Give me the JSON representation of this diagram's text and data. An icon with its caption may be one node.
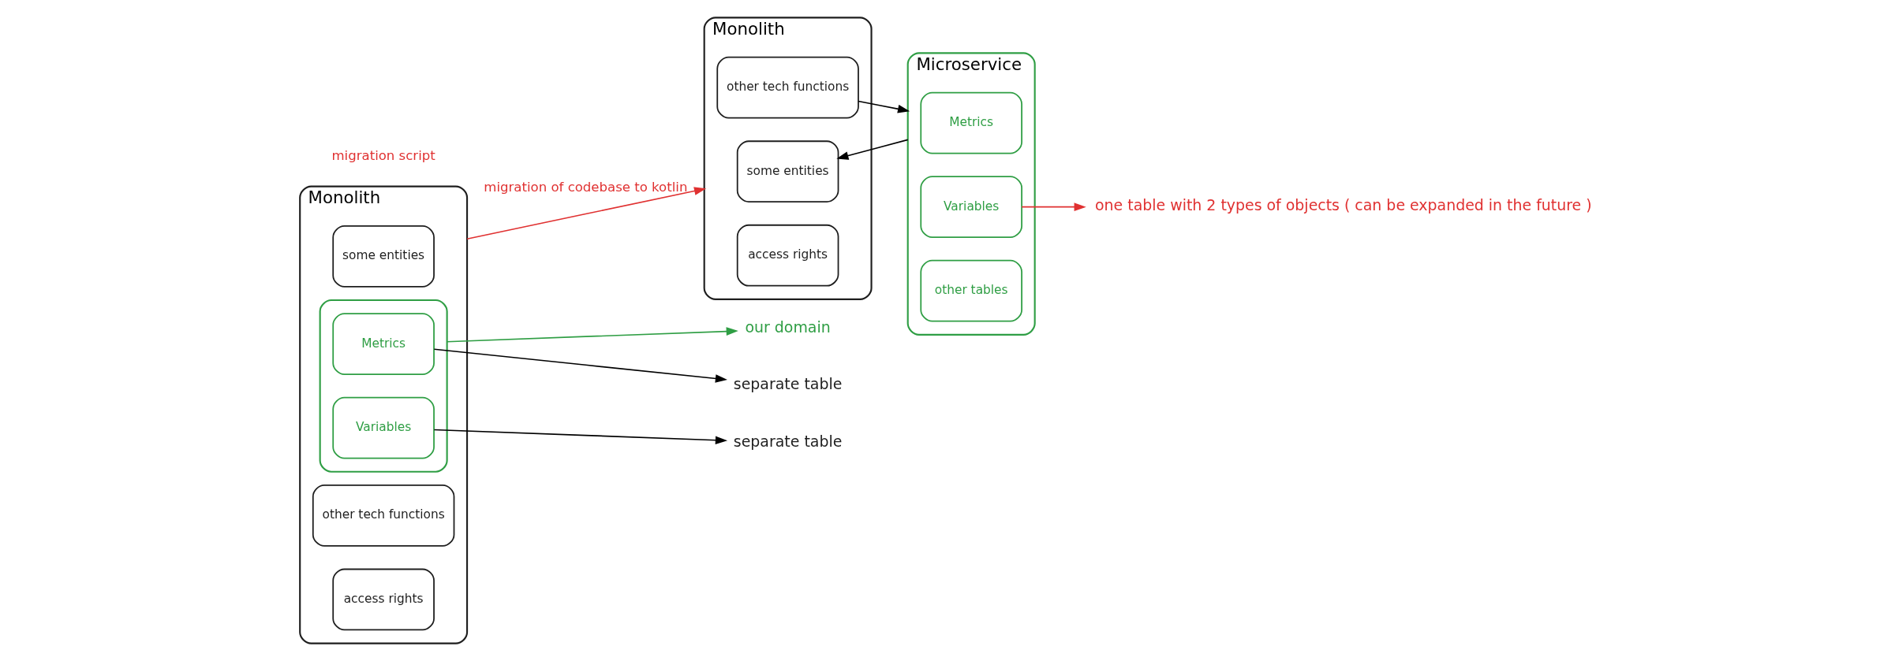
{
  "diagram": {
    "nodes": [
      {
        "text": [
          "Monolith"
        ]
      },
      {
        "text": [
          "some entities"
        ],
        "in": 0
      },
      {
        "text": [
          "other tech functions"
        ],
        "in": 0
      },
      {
        "text": [
          "access rights"
        ],
        "in": 0
      },
      {
        "text": [],
        "shape": "box",
        "in": 0
      },
      {
        "text": [
          "Metrics"
        ],
        "in": 4
      },
      {
        "text": [
          "Variables"
        ],
        "in": 4
      },
      {
        "text": [
          "our domain"
        ]
      },
      {
        "text": [
          "separate table"
        ]
      },
      {
        "text": [
          "separate table"
        ]
      },
      {
        "text": [
          "Monolith"
        ]
      },
      {
        "text": [
          "some entities"
        ],
        "in": 10
      },
      {
        "text": [
          "other tech functions"
        ],
        "in": 10
      },
      {
        "text": [
          "access rights"
        ],
        "in": 10
      },
      {
        "text": [
          "Microservice"
        ]
      },
      {
        "text": [
          "Metrics"
        ],
        "in": 14
      },
      {
        "text": [
          "Variables"
        ],
        "in": 14
      },
      {
        "text": [
          "other tables"
        ],
        "in": 14
      },
      {
        "text": [
          "one table with 2 types of objects ( can be expanded in the future )"
        ]
      }
    ],
    "edges": [
      {
        "from": 4,
        "to": 7,
        "arrow": "to",
        "color": "#2f9e44"
      },
      {
        "from": 5,
        "to": 8,
        "arrow": "to"
      },
      {
        "from": 6,
        "to": 9,
        "arrow": "to"
      },
      {
        "from": 0,
        "to": 10,
        "arrow": "to",
        "label": "migration of codebase to kotlin",
        "color": "#e03131"
      },
      {
        "from": 14,
        "to": 11,
        "arrow": "to"
      },
      {
        "from": 12,
        "to": 14,
        "arrow": "to"
      },
      {
        "from": 16,
        "to": 18,
        "arrow": "to",
        "color": "#e03131"
      }
    ],
    "labels": [
      "migration script"
    ]
  }
}
